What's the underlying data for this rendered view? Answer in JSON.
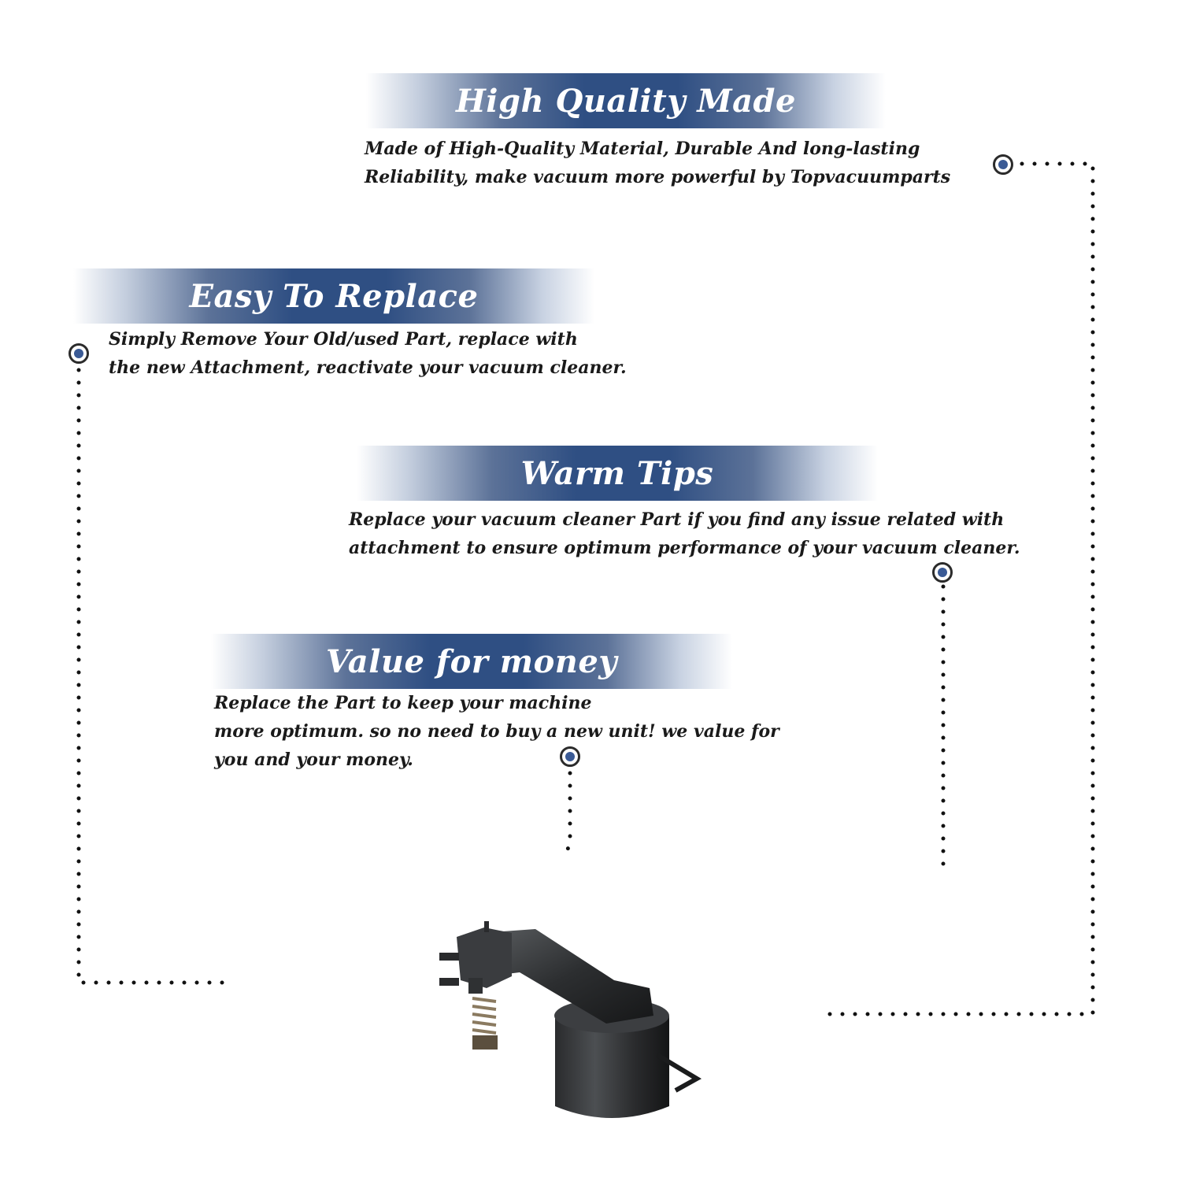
{
  "features": [
    {
      "title": "High Quality Made",
      "lines": [
        "Made of  High-Quality Material, Durable And long-lasting",
        "Reliability, make vacuum more powerful by Topvacuumparts"
      ]
    },
    {
      "title": "Easy To Replace",
      "lines": [
        "Simply Remove Your Old/used Part, replace with",
        "the new Attachment, reactivate your vacuum cleaner."
      ]
    },
    {
      "title": "Warm Tips",
      "lines": [
        "Replace your vacuum cleaner Part if you find any issue related with",
        " attachment to ensure optimum performance of your vacuum cleaner."
      ]
    },
    {
      "title": "Value for money",
      "lines": [
        "Replace the Part to keep your machine",
        "more optimum. so no need to buy a new unit! we value for",
        "you and your money."
      ]
    }
  ],
  "colors": {
    "banner_accent": "#2f4f83",
    "marker_dot": "#3a5a95",
    "text": "#1a1a1a"
  },
  "product": {
    "icon": "vacuum-attachment-part-image"
  }
}
